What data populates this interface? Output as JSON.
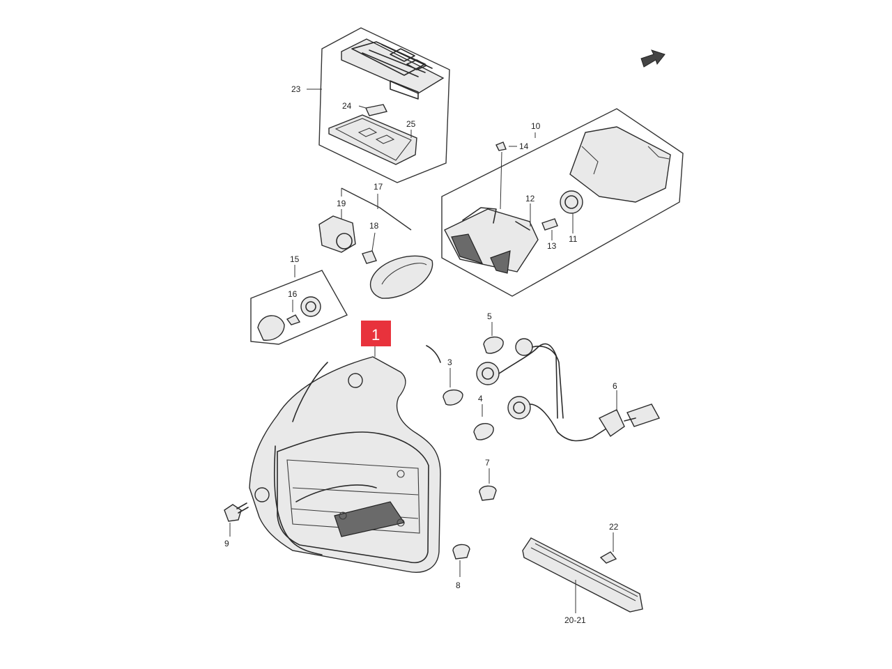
{
  "highlight": {
    "label": "1",
    "color": "#e8323c"
  },
  "callouts": {
    "c1": "1",
    "c3": "3",
    "c4": "4",
    "c5": "5",
    "c6": "6",
    "c7": "7",
    "c8": "8",
    "c9": "9",
    "c10": "10",
    "c11": "11",
    "c12": "12",
    "c13": "13",
    "c14": "14",
    "c15": "15",
    "c16": "16",
    "c17": "17",
    "c18": "18",
    "c19": "19",
    "c2021": "20-21",
    "c22": "22",
    "c23": "23",
    "c24": "24",
    "c25": "25"
  },
  "icons": {
    "direction": "forward-arrow-icon"
  }
}
